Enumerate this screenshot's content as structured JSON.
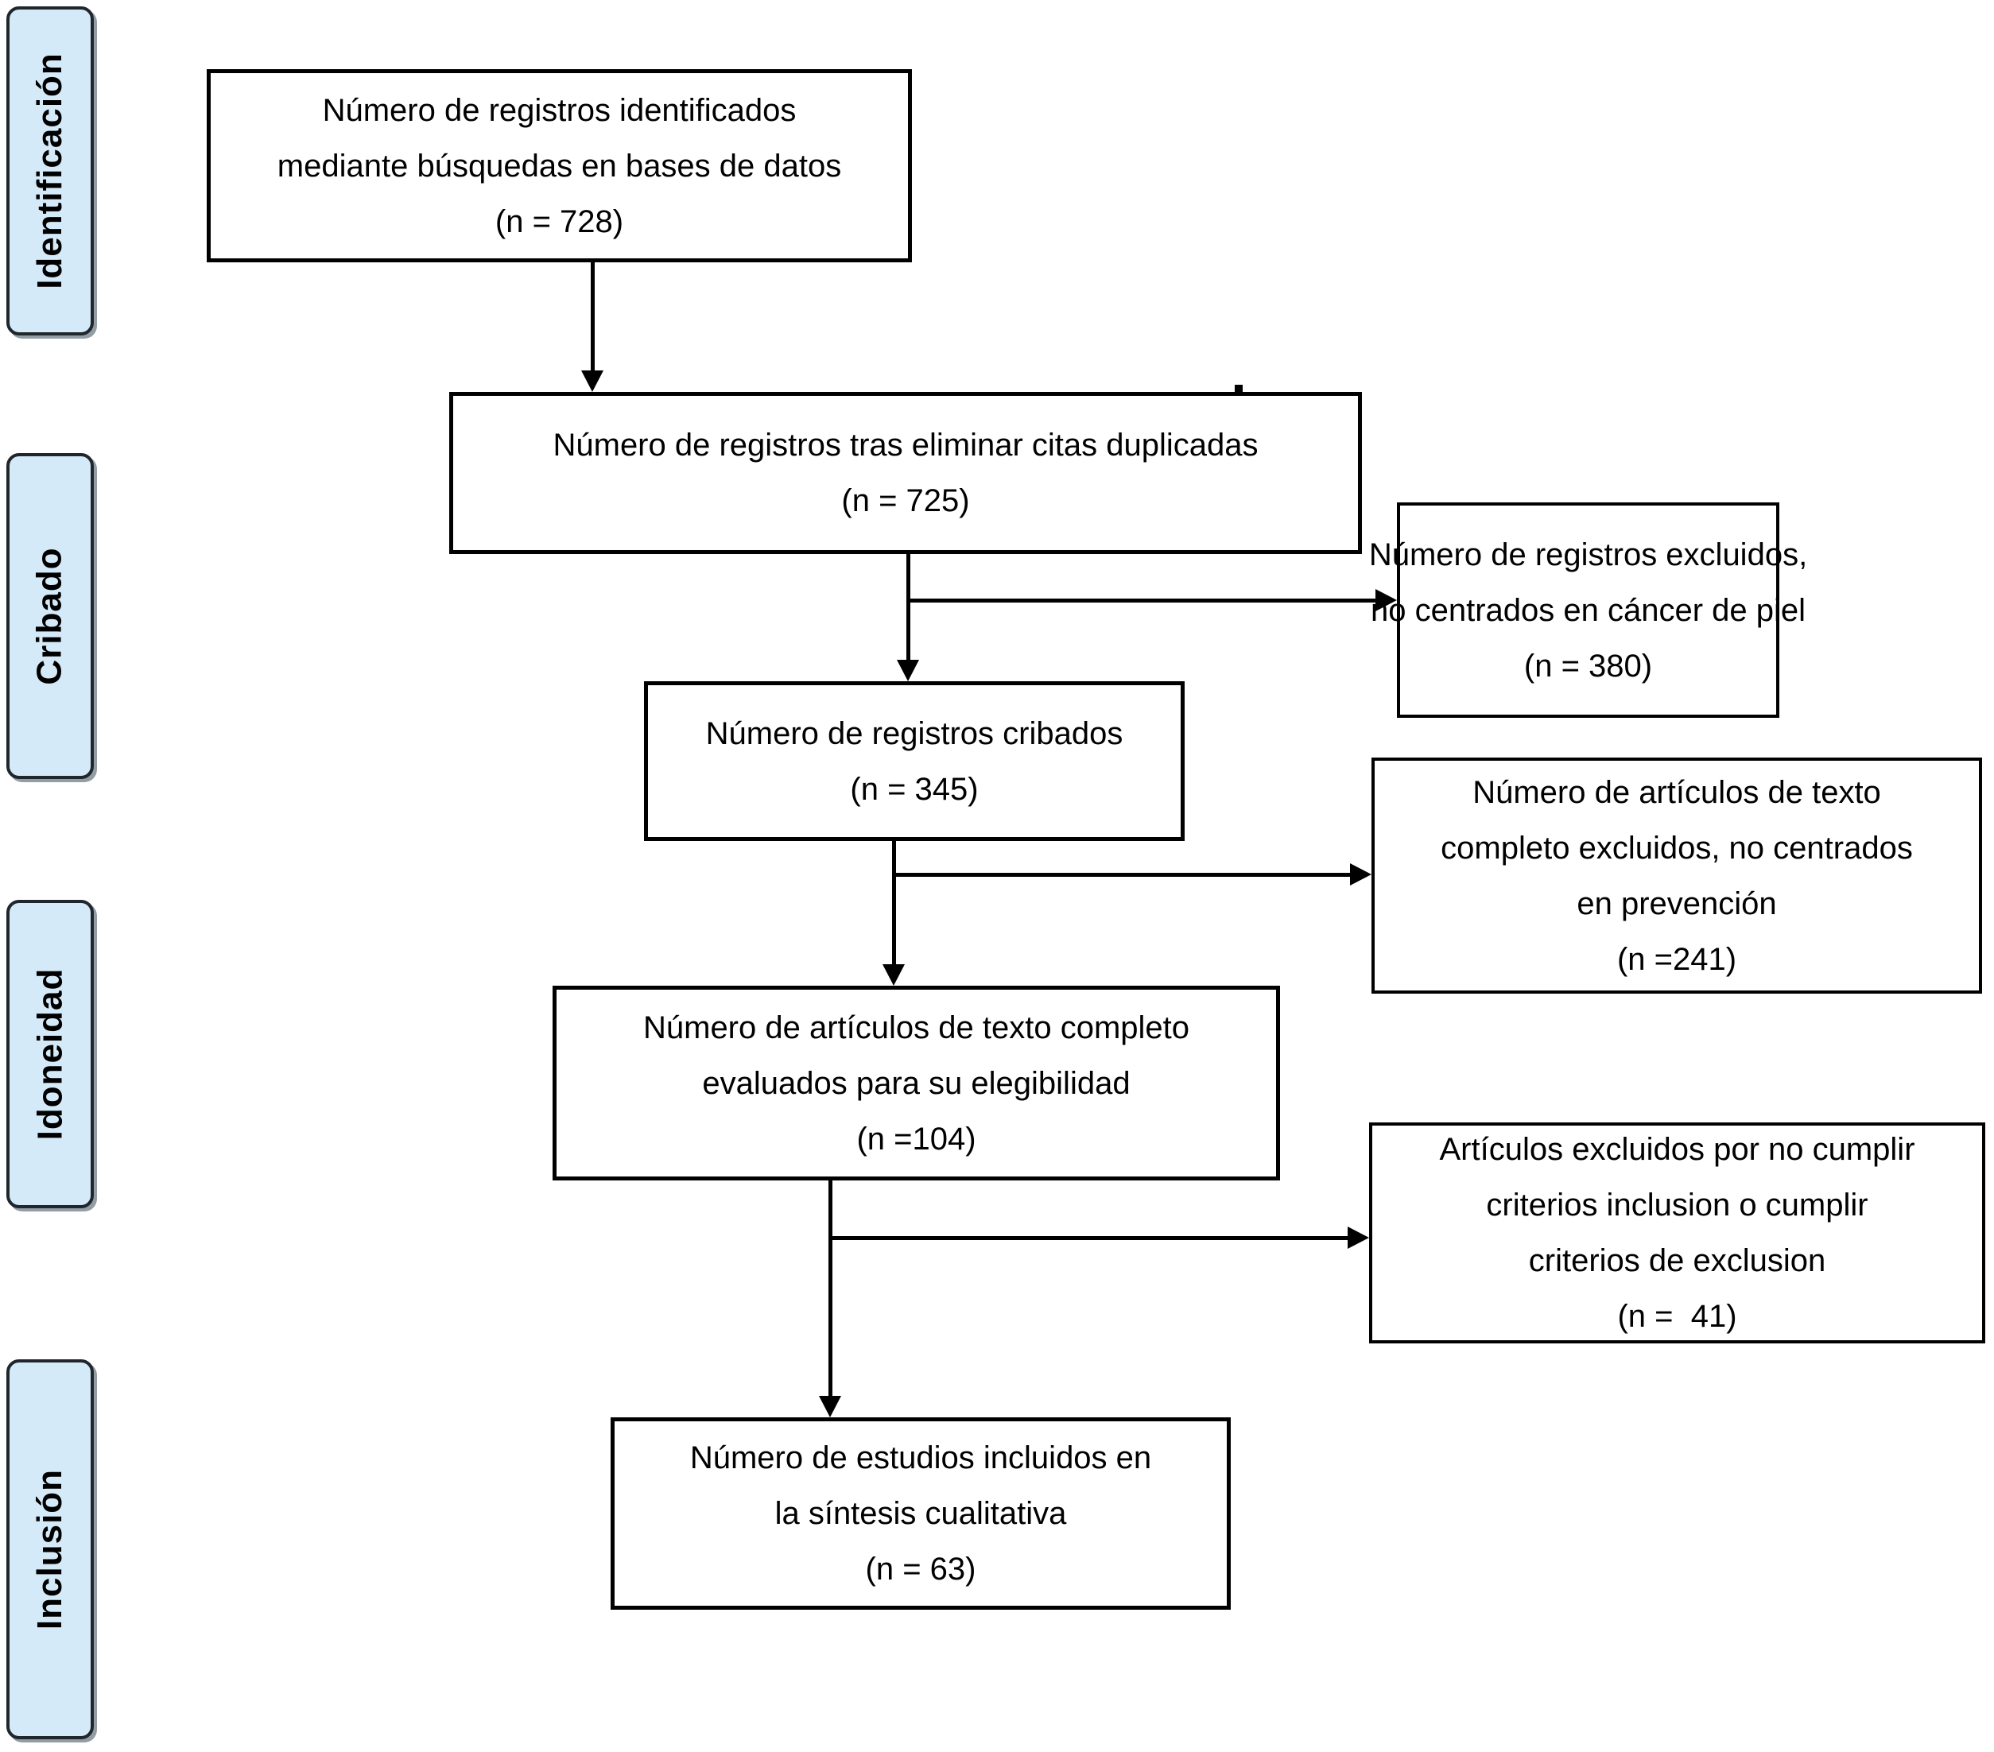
{
  "diagram": {
    "type": "prisma-flow",
    "language": "es",
    "colors": {
      "stage_fill": "#d5eaf8",
      "stage_border": "#20272c",
      "box_border": "#000000",
      "text": "#000000",
      "background": "#ffffff"
    },
    "stages": [
      {
        "label": "Identificación"
      },
      {
        "label": "Cribado"
      },
      {
        "label": "Idoneidad"
      },
      {
        "label": "Inclusión"
      }
    ],
    "boxes": {
      "identified": {
        "n": 728,
        "lines": [
          "Número de registros identificados",
          "mediante búsquedas en bases de datos",
          "(n = 728)"
        ]
      },
      "deduplicated": {
        "n": 725,
        "lines": [
          "Número de registros tras eliminar citas duplicadas",
          "(n = 725)"
        ]
      },
      "excluded_not_skin_cancer": {
        "n": 380,
        "lines": [
          "Número de registros excluidos,",
          "no centrados en cáncer de piel",
          "(n = 380)"
        ]
      },
      "screened": {
        "n": 345,
        "lines": [
          "Número de registros cribados",
          "(n = 345)"
        ]
      },
      "excluded_not_prevention": {
        "n": 241,
        "lines": [
          "Número de artículos de texto",
          "completo excluidos, no centrados",
          "en prevención",
          "(n =241)"
        ]
      },
      "assessed_eligibility": {
        "n": 104,
        "lines": [
          "Número de artículos de texto completo",
          "evaluados para su elegibilidad",
          "(n =104)"
        ]
      },
      "excluded_criteria": {
        "n": 41,
        "lines": [
          "Artículos excluidos por no cumplir",
          "criterios inclusion o cumplir",
          "criterios de exclusion",
          "(n =  41)"
        ]
      },
      "included_qualitative": {
        "n": 63,
        "lines": [
          "Número de estudios incluidos en",
          "la síntesis cualitativa",
          "(n = 63)"
        ]
      }
    }
  }
}
